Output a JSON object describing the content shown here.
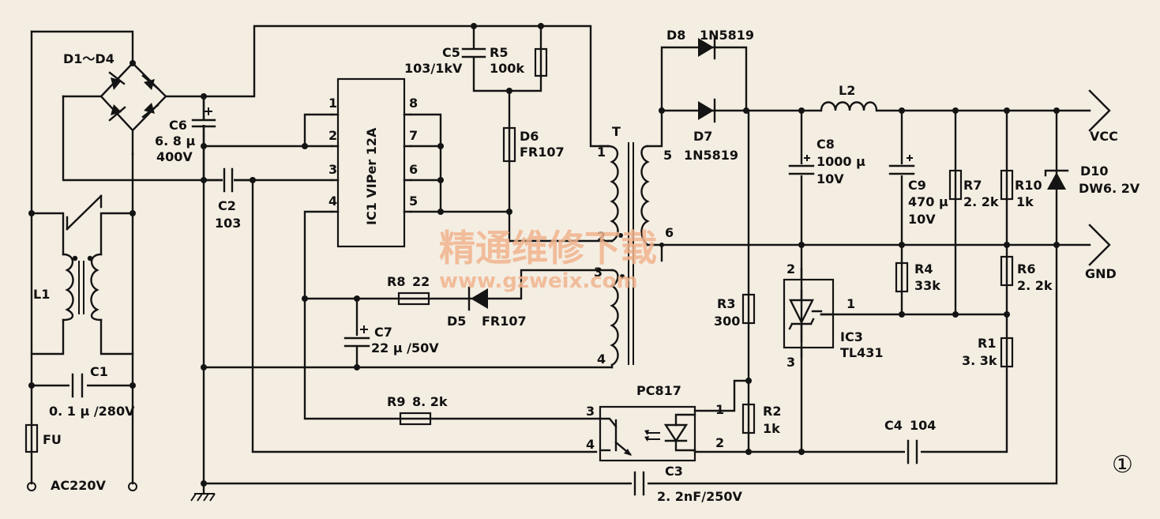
{
  "labels": {
    "d1d4": "D1～D4",
    "c6_name": "C6",
    "c6_val1": "6. 8 μ",
    "c6_val2": "400V",
    "c2_name": "C2",
    "c2_val": "103",
    "c5_name": "C5",
    "c5_val": "103/1kV",
    "r5_name": "R5",
    "r5_val": "100k",
    "d6_name": "D6",
    "d6_val": "FR107",
    "ic1": "IC1 VIPer 12A",
    "pin1": "1",
    "pin2": "2",
    "pin3": "3",
    "pin4": "4",
    "pin5": "5",
    "pin6": "6",
    "pin7": "7",
    "pin8": "8",
    "t_name": "T",
    "t_p1": "1",
    "t_p2": "2",
    "t_p3": "3",
    "t_p4": "4",
    "t_p5": "5",
    "t_p6": "6",
    "d8_name": "D8",
    "d8_val": "1N5819",
    "d7_name": "D7",
    "d7_val": "1N5819",
    "l2_name": "L2",
    "c8_name": "C8",
    "c8_val1": "1000 μ",
    "c8_val2": "10V",
    "c9_name": "C9",
    "c9_val1": "470 μ",
    "c9_val2": "10V",
    "r7_name": "R7",
    "r7_val": "2. 2k",
    "r10_name": "R10",
    "r10_val": "1k",
    "d10_name": "D10",
    "d10_val": "DW6. 2V",
    "vcc": "VCC",
    "gnd": "GND",
    "r4_name": "R4",
    "r4_val": "33k",
    "r6_name": "R6",
    "r6_val": "2. 2k",
    "r3_name": "R3",
    "r3_val": "300",
    "ic3_name": "IC3",
    "ic3_val": "TL431",
    "ic3_p1": "1",
    "ic3_p2": "2",
    "ic3_p3": "3",
    "r1_name": "R1",
    "r1_val": "3. 3k",
    "r8_name": "R8",
    "r8_val": "22",
    "d5_name": "D5",
    "d5_val": "FR107",
    "c7_name": "C7",
    "c7_val": "22 μ /50V",
    "l1_name": "L1",
    "c1_name": "C1",
    "c1_val": "0. 1 μ /280V",
    "fu_name": "FU",
    "ac_in": "AC220V",
    "r9_name": "R9",
    "r9_val": "8. 2k",
    "pc817": "PC817",
    "pc_p1": "1",
    "pc_p2": "2",
    "pc_p3": "3",
    "pc_p4": "4",
    "r2_name": "R2",
    "r2_val": "1k",
    "c4_name": "C4",
    "c4_val": "104",
    "c3_name": "C3",
    "c3_val": "2. 2nF/250V",
    "figure_no": "①"
  },
  "watermark": {
    "line1": "精通维修下载",
    "line2": "www.gzweix.com"
  },
  "colors": {
    "ink": "#141414",
    "paper": "#f4ede2",
    "watermark": "#f1b48e"
  }
}
